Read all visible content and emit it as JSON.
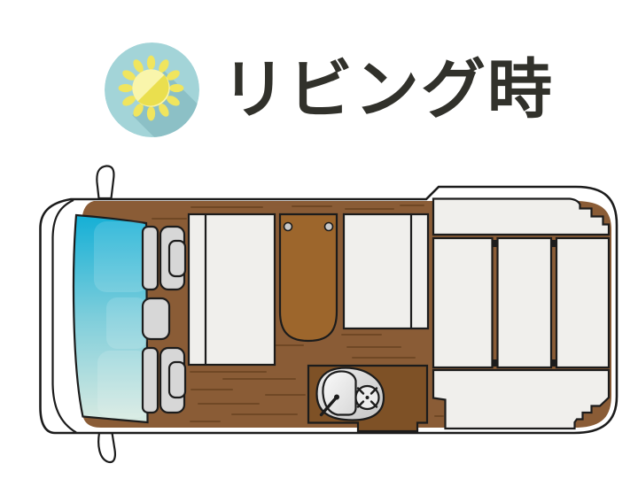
{
  "header": {
    "title": "リビング時",
    "icon": "sun-icon"
  },
  "colors": {
    "background": "#ffffff",
    "outline": "#1c1c1c",
    "body_white": "#ffffff",
    "floor": "#8a5c36",
    "floor_grain": "#66401f",
    "table": "#9d662c",
    "counter": "#7e5126",
    "seat": "#d7d7d7",
    "panel": "#f0efec",
    "windshield_top": "#14afd6",
    "windshield_mid": "#7fcedb",
    "windshield_bottom": "#d8eae1",
    "sink_blob_light": "#ececec",
    "sink_blob_dark": "#c6c6c6",
    "basin_light": "#fafafa",
    "basin_dark": "#d8d8d8",
    "burner": "#ececec",
    "table_peg": "#c9c9c9",
    "icon_bg": "#a3d4d8",
    "icon_shadow": "#8cc0c6",
    "sun_light": "#f9f5ab",
    "sun_main": "#eadf4e",
    "sun_rays": "#f0e55e",
    "title_color": "#31312b"
  },
  "floorplan": {
    "label": "camper-van-floor-plan-top-view",
    "mode": "living",
    "components": [
      "van-body",
      "side-mirror-top",
      "side-mirror-bottom",
      "windshield",
      "driver-seat",
      "middle-seat",
      "passenger-seat",
      "bed-panel-left",
      "dining-table",
      "bed-panel-right",
      "kitchen-counter",
      "sink",
      "faucet",
      "stove-burner",
      "rear-bench-top",
      "rear-bed-panel-1",
      "rear-bed-panel-2",
      "rear-bed-panel-3",
      "rear-bench-bottom"
    ]
  }
}
